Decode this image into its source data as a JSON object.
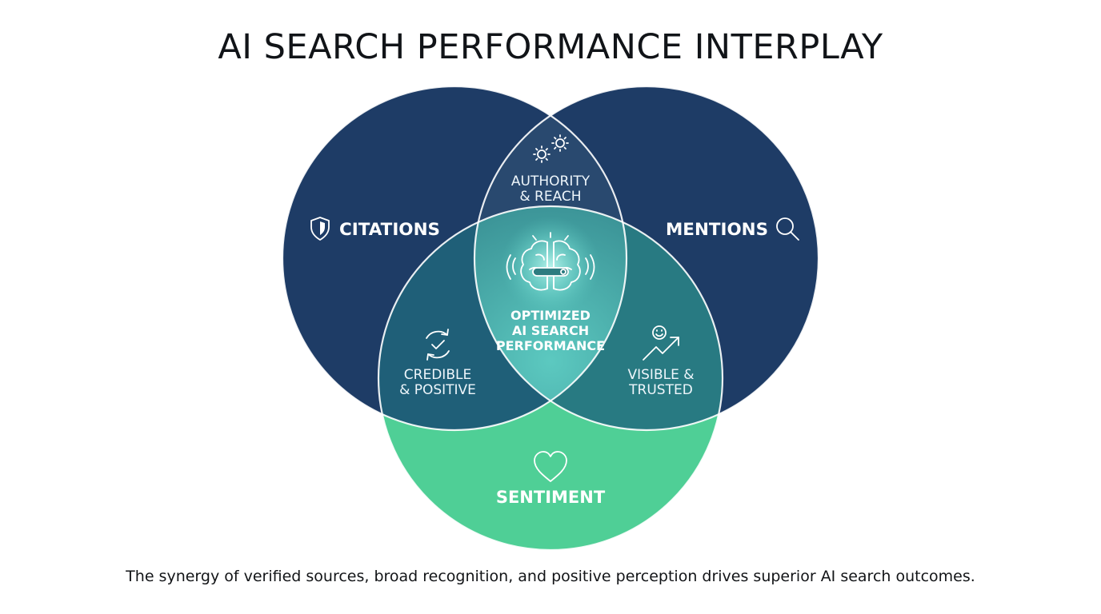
{
  "title": "AI SEARCH PERFORMANCE INTERPLAY",
  "sets": {
    "citations": {
      "label": "CITATIONS",
      "icon": "shield-icon",
      "color": "#1e3c66"
    },
    "mentions": {
      "label": "MENTIONS",
      "icon": "magnifier-icon",
      "color": "#1e3c66"
    },
    "sentiment": {
      "label": "SENTIMENT",
      "icon": "heart-icon",
      "color": "#4fcf96"
    }
  },
  "overlaps": {
    "citations_mentions": {
      "line1": "AUTHORITY",
      "line2": "& REACH",
      "icon": "gears-icon",
      "color": "#29496f"
    },
    "citations_sentiment": {
      "line1": "CREDIBLE",
      "line2": "& POSITIVE",
      "icon": "refresh-check-icon",
      "color": "#1f5f78"
    },
    "mentions_sentiment": {
      "line1": "VISIBLE &",
      "line2": "TRUSTED",
      "icon": "growth-smile-icon",
      "color": "#287a82"
    },
    "center": {
      "line1": "OPTIMIZED",
      "line2": "AI SEARCH",
      "line3": "PERFORMANCE",
      "icon": "brain-icon",
      "color": "#3f9d9c"
    }
  },
  "caption": "The synergy of verified sources, broad recognition, and positive perception drives superior AI search outcomes."
}
